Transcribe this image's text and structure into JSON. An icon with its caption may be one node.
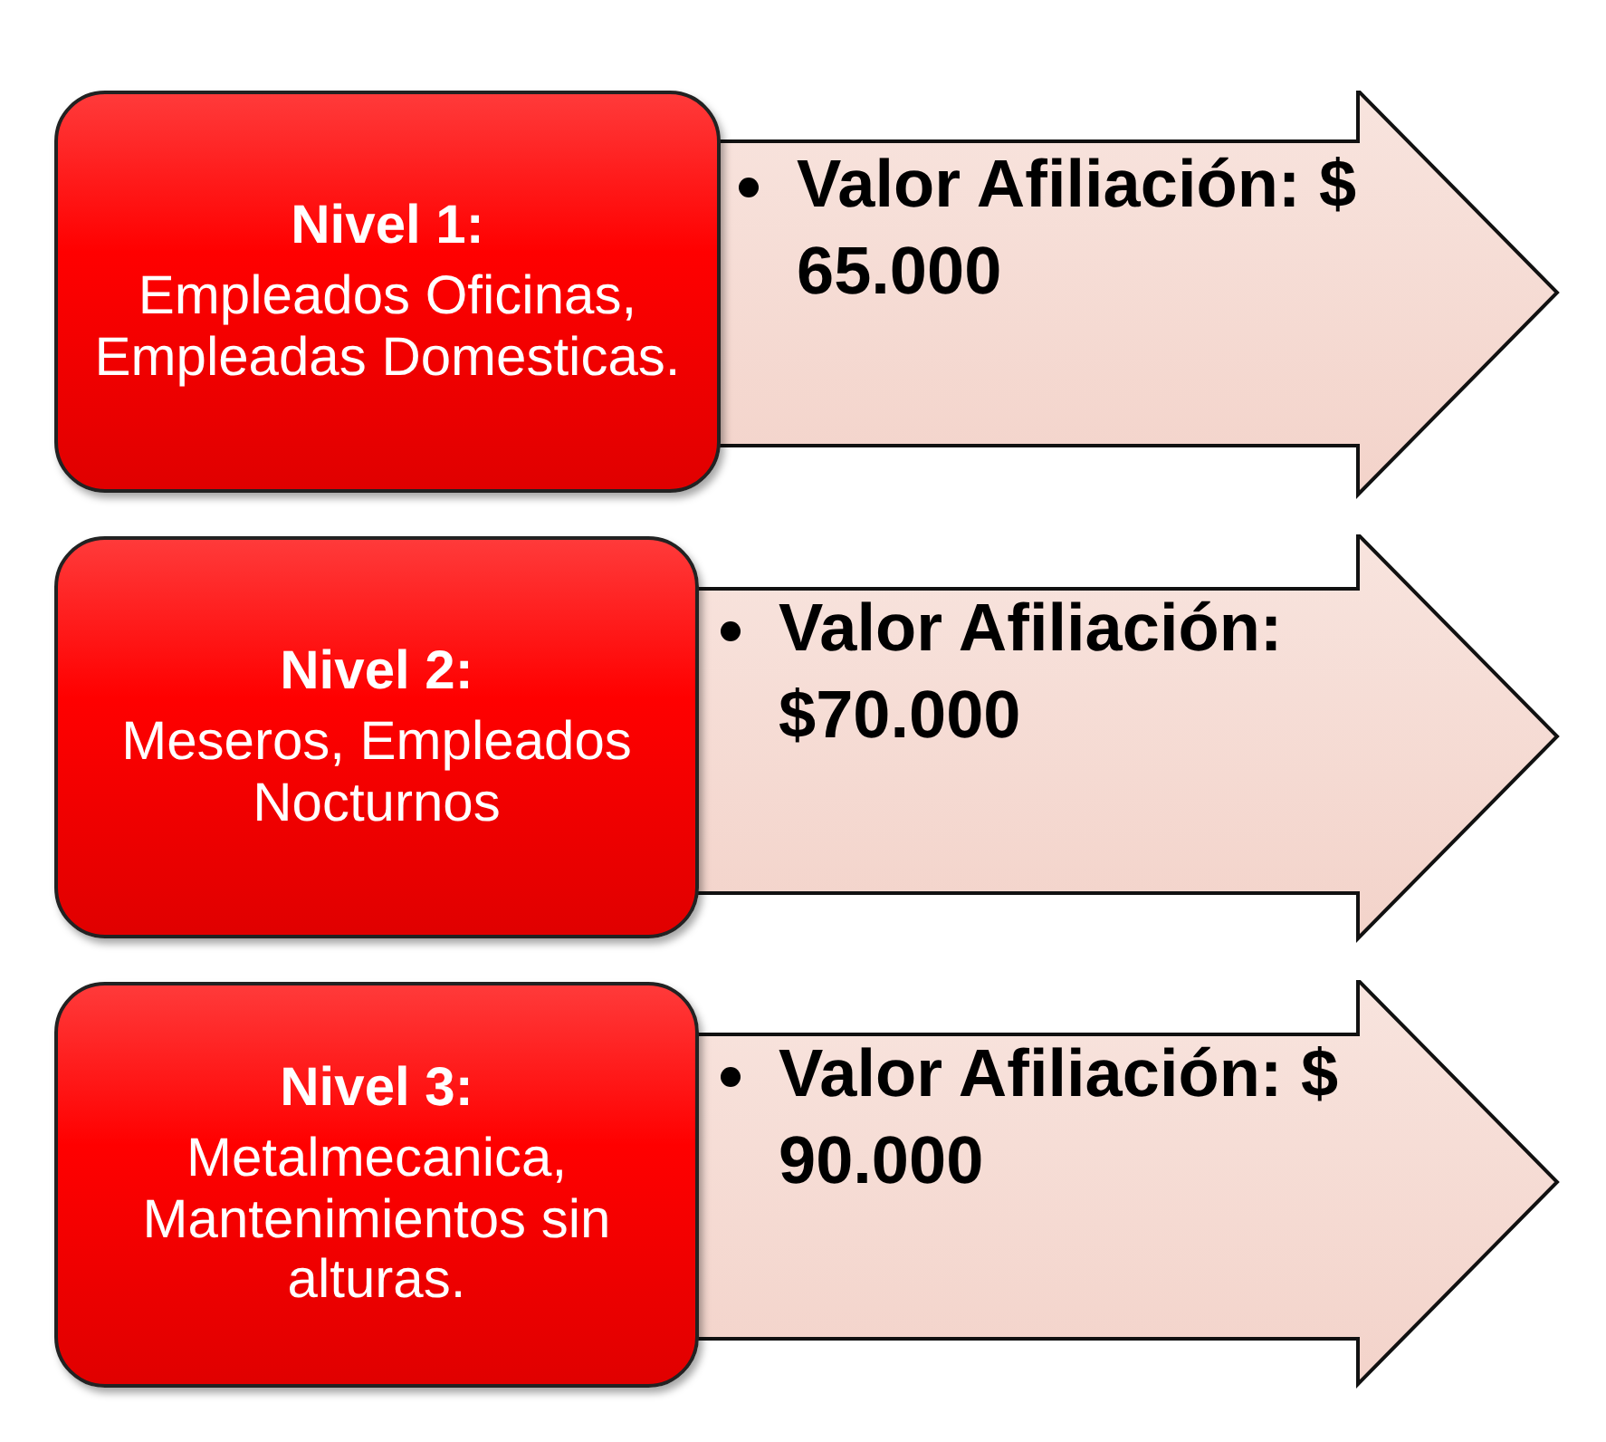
{
  "diagram": {
    "nodes": [
      {
        "text": [
          "Nivel 1:",
          "Empleados Oficinas, Empleadas Domesticas."
        ]
      },
      {
        "text": [
          "Valor Afiliación: $ 65.000"
        ]
      },
      {
        "text": [
          "Nivel 2:",
          "Meseros, Empleados Nocturnos"
        ]
      },
      {
        "text": [
          "Valor Afiliación: $70.000"
        ]
      },
      {
        "text": [
          "Nivel 3:",
          "Metalmecanica, Mantenimientos sin alturas."
        ]
      },
      {
        "text": [
          "Valor Afiliación: $ 90.000"
        ]
      }
    ]
  }
}
